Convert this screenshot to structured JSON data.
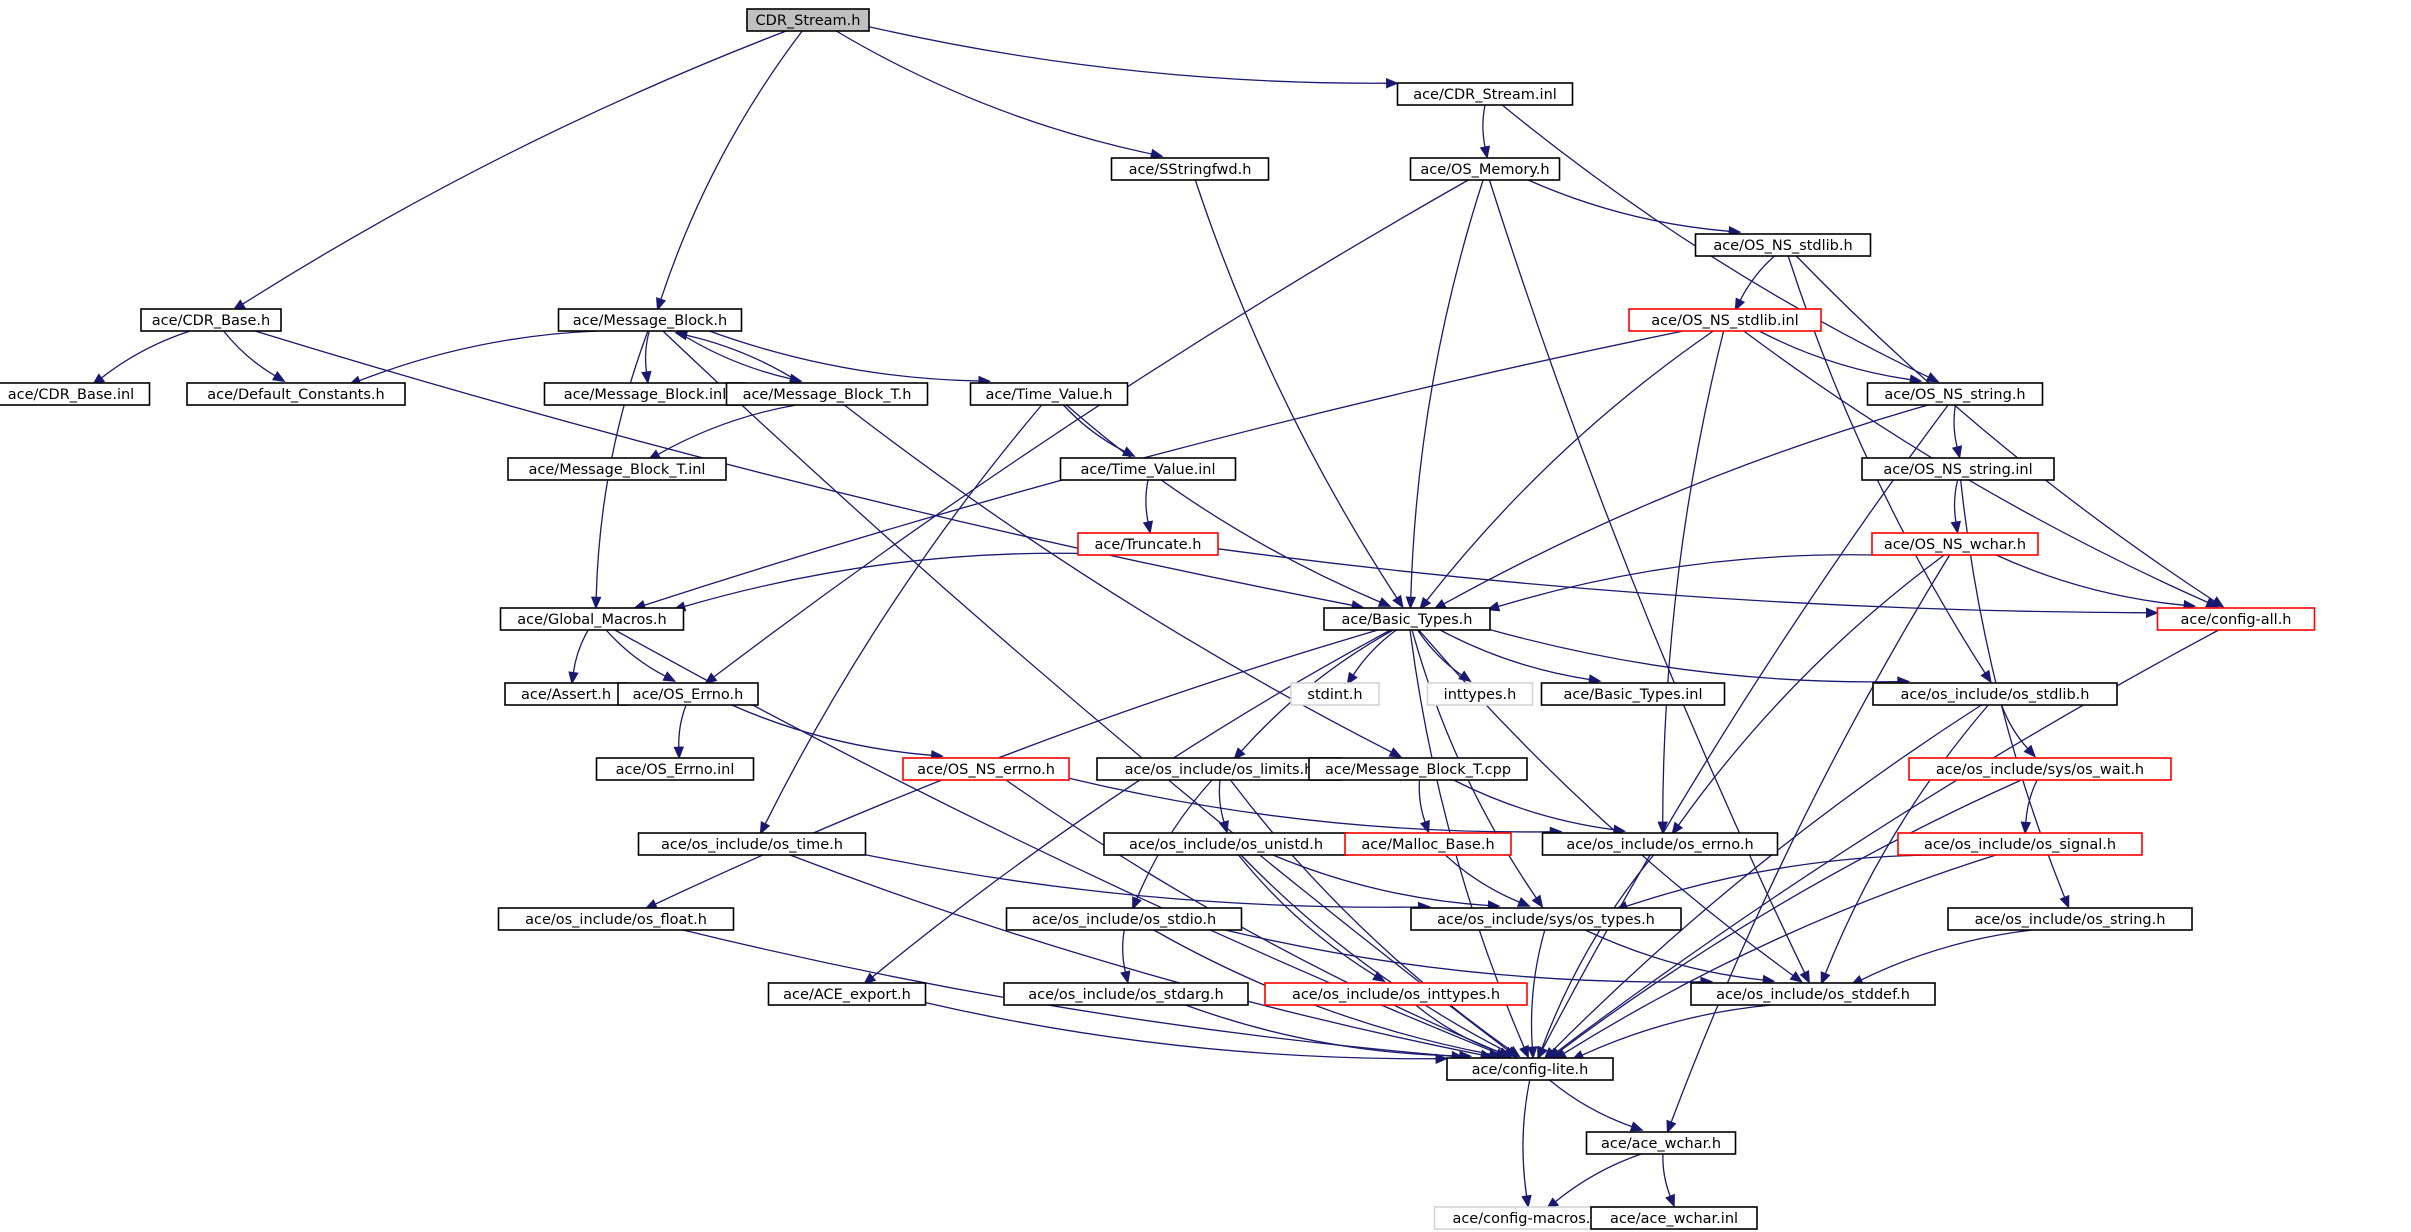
{
  "diagram": {
    "type": "include-dependency-graph",
    "colors": {
      "edge": "#191970",
      "root_fill": "#c0c0c0",
      "normal_border": "#000000",
      "truncated_border": "#ff0000",
      "missing_border": "#d3d3d3",
      "missing_text": "#555555",
      "text": "#000000"
    },
    "nodes": [
      {
        "id": "cdr_stream_h",
        "label": "CDR_Stream.h",
        "kind": "root"
      },
      {
        "id": "cdr_stream_inl",
        "label": "ace/CDR_Stream.inl",
        "kind": "normal"
      },
      {
        "id": "sstringfwd_h",
        "label": "ace/SStringfwd.h",
        "kind": "normal"
      },
      {
        "id": "os_memory_h",
        "label": "ace/OS_Memory.h",
        "kind": "normal"
      },
      {
        "id": "os_ns_stdlib_h",
        "label": "ace/OS_NS_stdlib.h",
        "kind": "normal"
      },
      {
        "id": "cdr_base_h",
        "label": "ace/CDR_Base.h",
        "kind": "normal"
      },
      {
        "id": "message_block_h",
        "label": "ace/Message_Block.h",
        "kind": "normal"
      },
      {
        "id": "os_ns_stdlib_inl",
        "label": "ace/OS_NS_stdlib.inl",
        "kind": "truncated"
      },
      {
        "id": "cdr_base_inl",
        "label": "ace/CDR_Base.inl",
        "kind": "normal"
      },
      {
        "id": "default_constants_h",
        "label": "ace/Default_Constants.h",
        "kind": "normal"
      },
      {
        "id": "message_block_inl",
        "label": "ace/Message_Block.inl",
        "kind": "normal"
      },
      {
        "id": "message_block_t_h",
        "label": "ace/Message_Block_T.h",
        "kind": "normal"
      },
      {
        "id": "time_value_h",
        "label": "ace/Time_Value.h",
        "kind": "normal"
      },
      {
        "id": "os_ns_string_h",
        "label": "ace/OS_NS_string.h",
        "kind": "normal"
      },
      {
        "id": "message_block_t_inl",
        "label": "ace/Message_Block_T.inl",
        "kind": "normal"
      },
      {
        "id": "time_value_inl",
        "label": "ace/Time_Value.inl",
        "kind": "normal"
      },
      {
        "id": "os_ns_string_inl",
        "label": "ace/OS_NS_string.inl",
        "kind": "normal"
      },
      {
        "id": "truncate_h",
        "label": "ace/Truncate.h",
        "kind": "truncated"
      },
      {
        "id": "os_ns_wchar_h",
        "label": "ace/OS_NS_wchar.h",
        "kind": "truncated"
      },
      {
        "id": "global_macros_h",
        "label": "ace/Global_Macros.h",
        "kind": "normal"
      },
      {
        "id": "basic_types_h",
        "label": "ace/Basic_Types.h",
        "kind": "normal"
      },
      {
        "id": "config_all_h",
        "label": "ace/config-all.h",
        "kind": "truncated"
      },
      {
        "id": "assert_h",
        "label": "ace/Assert.h",
        "kind": "normal"
      },
      {
        "id": "os_errno_h",
        "label": "ace/OS_Errno.h",
        "kind": "normal"
      },
      {
        "id": "stdint_h",
        "label": "stdint.h",
        "kind": "missing"
      },
      {
        "id": "inttypes_h",
        "label": "inttypes.h",
        "kind": "missing"
      },
      {
        "id": "basic_types_inl",
        "label": "ace/Basic_Types.inl",
        "kind": "normal"
      },
      {
        "id": "os_include_os_stdlib_h",
        "label": "ace/os_include/os_stdlib.h",
        "kind": "normal"
      },
      {
        "id": "os_errno_inl",
        "label": "ace/OS_Errno.inl",
        "kind": "normal"
      },
      {
        "id": "os_ns_errno_h",
        "label": "ace/OS_NS_errno.h",
        "kind": "truncated"
      },
      {
        "id": "os_limits_h",
        "label": "ace/os_include/os_limits.h",
        "kind": "normal"
      },
      {
        "id": "message_block_t_cpp",
        "label": "ace/Message_Block_T.cpp",
        "kind": "normal"
      },
      {
        "id": "sys_os_wait_h",
        "label": "ace/os_include/sys/os_wait.h",
        "kind": "truncated"
      },
      {
        "id": "os_time_h",
        "label": "ace/os_include/os_time.h",
        "kind": "normal"
      },
      {
        "id": "os_unistd_h",
        "label": "ace/os_include/os_unistd.h",
        "kind": "normal"
      },
      {
        "id": "malloc_base_h",
        "label": "ace/Malloc_Base.h",
        "kind": "truncated"
      },
      {
        "id": "os_include_errno_h",
        "label": "ace/os_include/os_errno.h",
        "kind": "normal"
      },
      {
        "id": "os_signal_h",
        "label": "ace/os_include/os_signal.h",
        "kind": "truncated"
      },
      {
        "id": "os_float_h",
        "label": "ace/os_include/os_float.h",
        "kind": "normal"
      },
      {
        "id": "os_stdio_h",
        "label": "ace/os_include/os_stdio.h",
        "kind": "normal"
      },
      {
        "id": "sys_os_types_h",
        "label": "ace/os_include/sys/os_types.h",
        "kind": "normal"
      },
      {
        "id": "os_include_string_h",
        "label": "ace/os_include/os_string.h",
        "kind": "normal"
      },
      {
        "id": "ace_export_h",
        "label": "ace/ACE_export.h",
        "kind": "normal"
      },
      {
        "id": "os_stdarg_h",
        "label": "ace/os_include/os_stdarg.h",
        "kind": "normal"
      },
      {
        "id": "os_inttypes_h",
        "label": "ace/os_include/os_inttypes.h",
        "kind": "truncated"
      },
      {
        "id": "os_stddef_h",
        "label": "ace/os_include/os_stddef.h",
        "kind": "normal"
      },
      {
        "id": "config_lite_h",
        "label": "ace/config-lite.h",
        "kind": "normal"
      },
      {
        "id": "ace_wchar_h",
        "label": "ace/ace_wchar.h",
        "kind": "normal"
      },
      {
        "id": "config_macros_h",
        "label": "ace/config-macros.h",
        "kind": "missing"
      },
      {
        "id": "ace_wchar_inl",
        "label": "ace/ace_wchar.inl",
        "kind": "normal"
      }
    ],
    "edges": [
      {
        "from": "cdr_stream_h",
        "to": "cdr_base_h"
      },
      {
        "from": "cdr_stream_h",
        "to": "message_block_h"
      },
      {
        "from": "cdr_stream_h",
        "to": "sstringfwd_h"
      },
      {
        "from": "cdr_stream_h",
        "to": "cdr_stream_inl"
      },
      {
        "from": "cdr_stream_inl",
        "to": "os_memory_h"
      },
      {
        "from": "cdr_stream_inl",
        "to": "os_ns_string_h"
      },
      {
        "from": "sstringfwd_h",
        "to": "basic_types_h"
      },
      {
        "from": "os_memory_h",
        "to": "os_errno_h"
      },
      {
        "from": "os_memory_h",
        "to": "basic_types_h"
      },
      {
        "from": "os_memory_h",
        "to": "os_stddef_h"
      },
      {
        "from": "os_memory_h",
        "to": "os_ns_stdlib_h"
      },
      {
        "from": "os_ns_stdlib_h",
        "to": "os_ns_stdlib_inl"
      },
      {
        "from": "os_ns_stdlib_h",
        "to": "os_include_os_stdlib_h"
      },
      {
        "from": "os_ns_stdlib_h",
        "to": "config_all_h"
      },
      {
        "from": "cdr_base_h",
        "to": "cdr_base_inl"
      },
      {
        "from": "cdr_base_h",
        "to": "default_constants_h"
      },
      {
        "from": "cdr_base_h",
        "to": "basic_types_h"
      },
      {
        "from": "message_block_h",
        "to": "default_constants_h"
      },
      {
        "from": "message_block_h",
        "to": "message_block_inl"
      },
      {
        "from": "message_block_h",
        "to": "message_block_t_h"
      },
      {
        "from": "message_block_h",
        "to": "time_value_h"
      },
      {
        "from": "message_block_h",
        "to": "global_macros_h"
      },
      {
        "from": "message_block_h",
        "to": "config_lite_h"
      },
      {
        "from": "message_block_t_h",
        "to": "message_block_h"
      },
      {
        "from": "message_block_t_h",
        "to": "message_block_t_inl"
      },
      {
        "from": "message_block_t_h",
        "to": "message_block_t_cpp"
      },
      {
        "from": "os_ns_stdlib_inl",
        "to": "global_macros_h"
      },
      {
        "from": "os_ns_stdlib_inl",
        "to": "basic_types_h"
      },
      {
        "from": "os_ns_stdlib_inl",
        "to": "os_ns_string_h"
      },
      {
        "from": "os_ns_stdlib_inl",
        "to": "config_all_h"
      },
      {
        "from": "os_ns_stdlib_inl",
        "to": "os_include_errno_h"
      },
      {
        "from": "time_value_h",
        "to": "time_value_inl"
      },
      {
        "from": "time_value_h",
        "to": "basic_types_h"
      },
      {
        "from": "time_value_h",
        "to": "os_time_h"
      },
      {
        "from": "time_value_inl",
        "to": "truncate_h"
      },
      {
        "from": "truncate_h",
        "to": "global_macros_h"
      },
      {
        "from": "truncate_h",
        "to": "config_all_h"
      },
      {
        "from": "os_ns_string_h",
        "to": "os_ns_string_inl"
      },
      {
        "from": "os_ns_string_h",
        "to": "basic_types_h"
      },
      {
        "from": "os_ns_string_h",
        "to": "config_lite_h"
      },
      {
        "from": "os_ns_string_inl",
        "to": "os_ns_wchar_h"
      },
      {
        "from": "os_ns_string_inl",
        "to": "os_include_string_h"
      },
      {
        "from": "os_ns_wchar_h",
        "to": "basic_types_h"
      },
      {
        "from": "os_ns_wchar_h",
        "to": "config_all_h"
      },
      {
        "from": "os_ns_wchar_h",
        "to": "os_include_errno_h"
      },
      {
        "from": "os_ns_wchar_h",
        "to": "ace_wchar_h"
      },
      {
        "from": "global_macros_h",
        "to": "assert_h"
      },
      {
        "from": "global_macros_h",
        "to": "os_errno_h"
      },
      {
        "from": "global_macros_h",
        "to": "config_lite_h"
      },
      {
        "from": "basic_types_h",
        "to": "stdint_h"
      },
      {
        "from": "basic_types_h",
        "to": "inttypes_h"
      },
      {
        "from": "basic_types_h",
        "to": "basic_types_inl"
      },
      {
        "from": "basic_types_h",
        "to": "os_include_os_stdlib_h"
      },
      {
        "from": "basic_types_h",
        "to": "os_limits_h"
      },
      {
        "from": "basic_types_h",
        "to": "os_float_h"
      },
      {
        "from": "basic_types_h",
        "to": "ace_export_h"
      },
      {
        "from": "basic_types_h",
        "to": "sys_os_types_h"
      },
      {
        "from": "basic_types_h",
        "to": "os_stddef_h"
      },
      {
        "from": "basic_types_h",
        "to": "config_lite_h"
      },
      {
        "from": "config_all_h",
        "to": "config_lite_h"
      },
      {
        "from": "os_errno_h",
        "to": "os_errno_inl"
      },
      {
        "from": "os_errno_h",
        "to": "os_ns_errno_h"
      },
      {
        "from": "os_ns_errno_h",
        "to": "os_include_errno_h"
      },
      {
        "from": "os_ns_errno_h",
        "to": "config_lite_h"
      },
      {
        "from": "os_include_os_stdlib_h",
        "to": "sys_os_wait_h"
      },
      {
        "from": "os_include_os_stdlib_h",
        "to": "os_stddef_h"
      },
      {
        "from": "os_include_os_stdlib_h",
        "to": "config_lite_h"
      },
      {
        "from": "sys_os_wait_h",
        "to": "os_signal_h"
      },
      {
        "from": "sys_os_wait_h",
        "to": "config_lite_h"
      },
      {
        "from": "os_signal_h",
        "to": "sys_os_types_h"
      },
      {
        "from": "os_signal_h",
        "to": "config_lite_h"
      },
      {
        "from": "os_limits_h",
        "to": "os_unistd_h"
      },
      {
        "from": "os_limits_h",
        "to": "os_stdio_h"
      },
      {
        "from": "os_limits_h",
        "to": "config_lite_h"
      },
      {
        "from": "os_unistd_h",
        "to": "sys_os_types_h"
      },
      {
        "from": "os_unistd_h",
        "to": "os_inttypes_h"
      },
      {
        "from": "os_unistd_h",
        "to": "config_lite_h"
      },
      {
        "from": "message_block_t_cpp",
        "to": "malloc_base_h"
      },
      {
        "from": "message_block_t_cpp",
        "to": "os_include_errno_h"
      },
      {
        "from": "malloc_base_h",
        "to": "sys_os_types_h"
      },
      {
        "from": "os_time_h",
        "to": "sys_os_types_h"
      },
      {
        "from": "os_time_h",
        "to": "config_lite_h"
      },
      {
        "from": "os_include_errno_h",
        "to": "config_lite_h"
      },
      {
        "from": "os_float_h",
        "to": "config_lite_h"
      },
      {
        "from": "os_stdio_h",
        "to": "os_stdarg_h"
      },
      {
        "from": "os_stdio_h",
        "to": "os_stddef_h"
      },
      {
        "from": "os_stdio_h",
        "to": "config_lite_h"
      },
      {
        "from": "sys_os_types_h",
        "to": "os_stddef_h"
      },
      {
        "from": "sys_os_types_h",
        "to": "config_lite_h"
      },
      {
        "from": "os_include_string_h",
        "to": "os_stddef_h"
      },
      {
        "from": "ace_export_h",
        "to": "config_lite_h"
      },
      {
        "from": "os_stdarg_h",
        "to": "config_lite_h"
      },
      {
        "from": "os_inttypes_h",
        "to": "config_lite_h"
      },
      {
        "from": "os_stddef_h",
        "to": "config_lite_h"
      },
      {
        "from": "config_lite_h",
        "to": "config_macros_h"
      },
      {
        "from": "config_lite_h",
        "to": "ace_wchar_h"
      },
      {
        "from": "ace_wchar_h",
        "to": "config_macros_h"
      },
      {
        "from": "ace_wchar_h",
        "to": "ace_wchar_inl"
      }
    ]
  }
}
